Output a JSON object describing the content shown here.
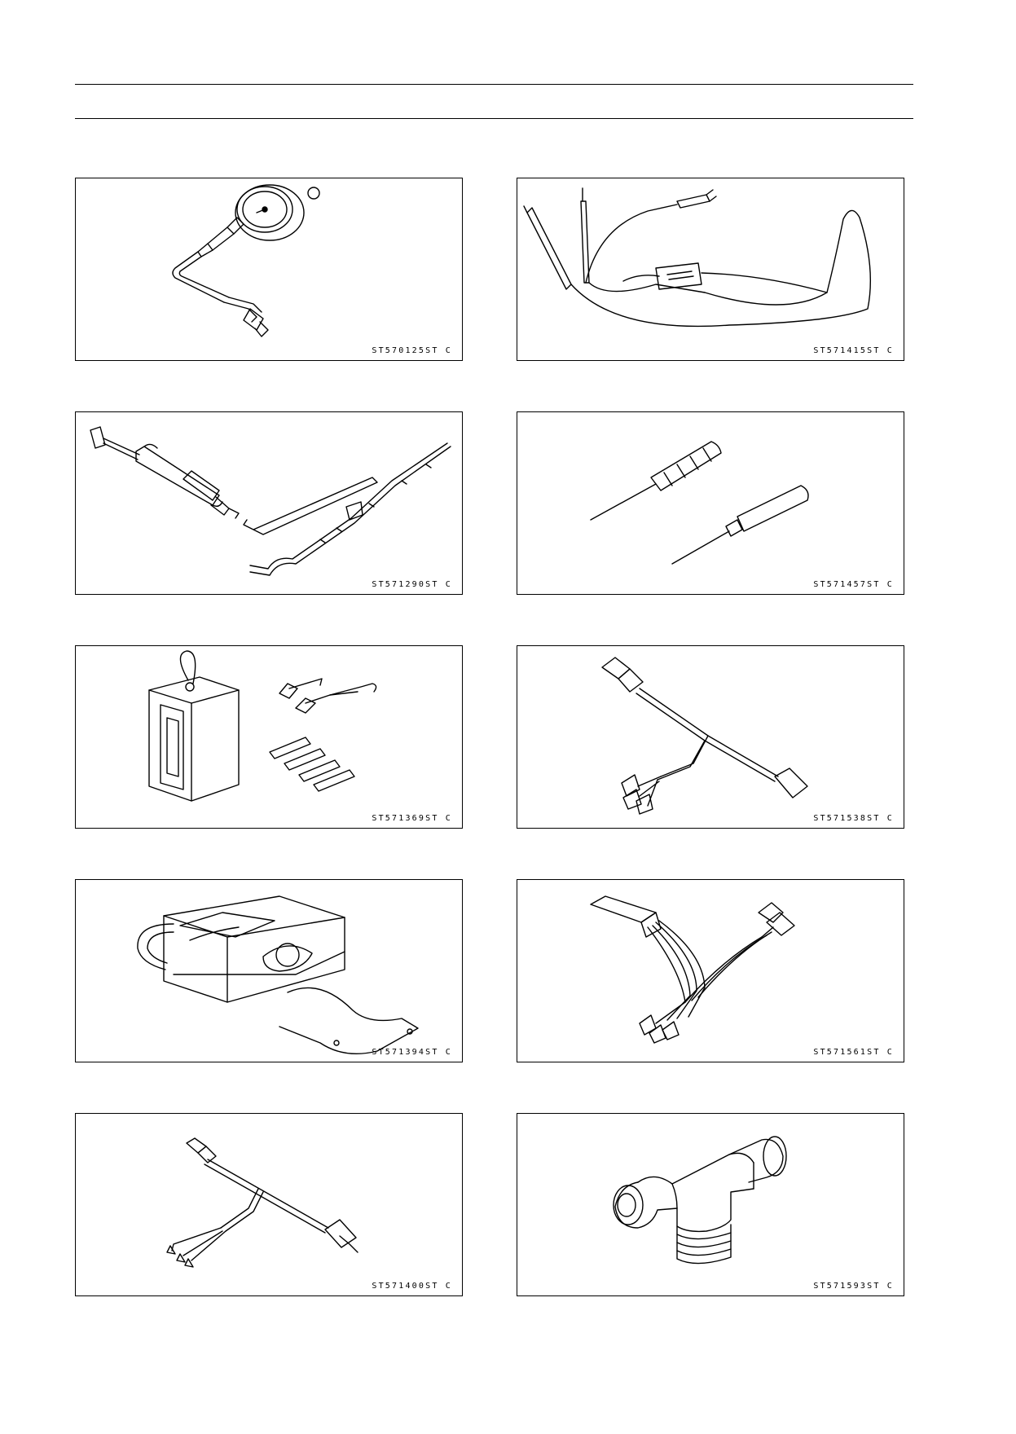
{
  "figures": [
    {
      "code": "ST570125ST  C",
      "icon": "compression-gauge"
    },
    {
      "code": "ST571415ST  C",
      "icon": "peak-voltage-adapter"
    },
    {
      "code": "ST571290ST  C",
      "icon": "fork-oil-level-gauge"
    },
    {
      "code": "ST571457ST  C",
      "icon": "needle-adapter-set"
    },
    {
      "code": "ST571369ST  C",
      "icon": "hand-tester"
    },
    {
      "code": "ST571538ST  C",
      "icon": "measuring-adapter"
    },
    {
      "code": "ST571394ST  C",
      "icon": "multimeter"
    },
    {
      "code": "ST571561ST  C",
      "icon": "lead-wire-adapter"
    },
    {
      "code": "ST571400ST  C",
      "icon": "pressure-sensor-adapter"
    },
    {
      "code": "ST571593ST  C",
      "icon": "t-fitting"
    }
  ]
}
